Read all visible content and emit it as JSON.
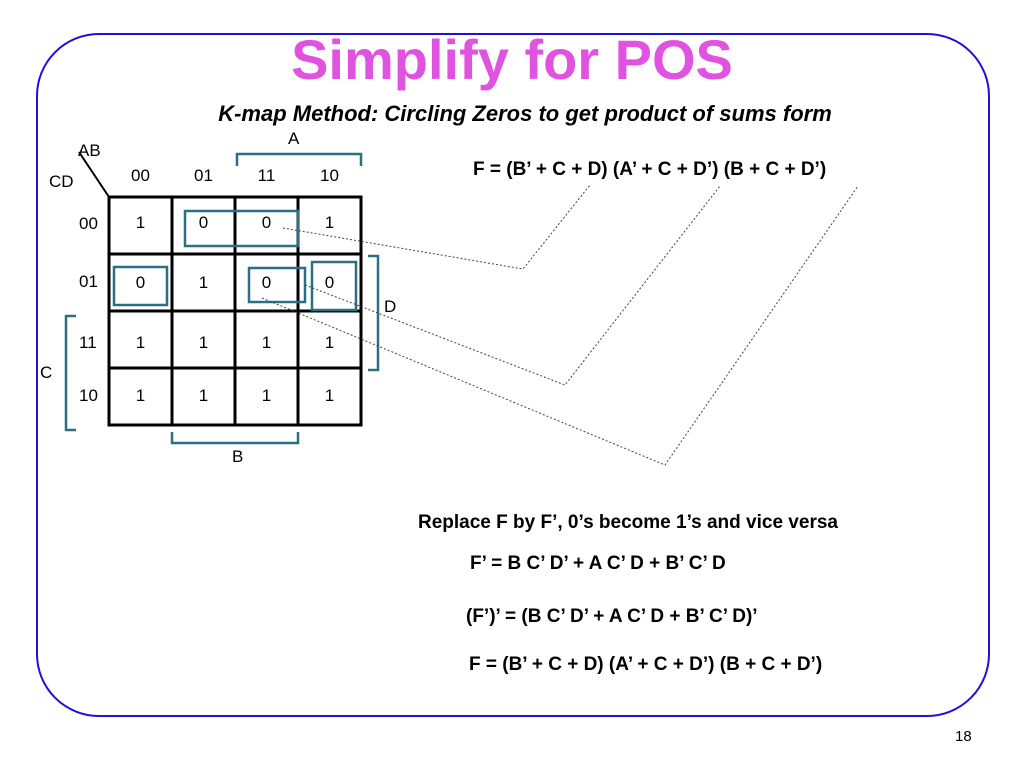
{
  "slide": {
    "title": "Simplify for POS",
    "subtitle": "K-map Method: Circling Zeros to get product of sums form",
    "slide_number": "18"
  },
  "kmap": {
    "corner_row_vars": "CD",
    "corner_col_vars": "AB",
    "col_headers": [
      "00",
      "01",
      "11",
      "10"
    ],
    "row_headers": [
      "00",
      "01",
      "11",
      "10"
    ],
    "cells": [
      [
        "1",
        "0",
        "0",
        "1"
      ],
      [
        "0",
        "1",
        "0",
        "0"
      ],
      [
        "1",
        "1",
        "1",
        "1"
      ],
      [
        "1",
        "1",
        "1",
        "1"
      ]
    ],
    "brace_labels": {
      "A": "A",
      "B": "B",
      "C": "C",
      "D": "D"
    }
  },
  "colors": {
    "title": "#e052e0",
    "frame": "#1f12d6",
    "group": "#2a7080"
  },
  "equations": {
    "top": "F = (B’ + C + D) (A’ + C + D’) (B + C + D’)",
    "replace_note": "Replace F by F’, 0’s become 1’s and vice versa",
    "f_prime": "F’ = B C’ D’ + A C’ D + B’ C’ D",
    "complement": "(F’)’ = (B C’ D’ + A C’ D + B’ C’ D)’",
    "final": "F = (B’ + C + D) (A’ + C + D’) (B + C + D’)"
  }
}
